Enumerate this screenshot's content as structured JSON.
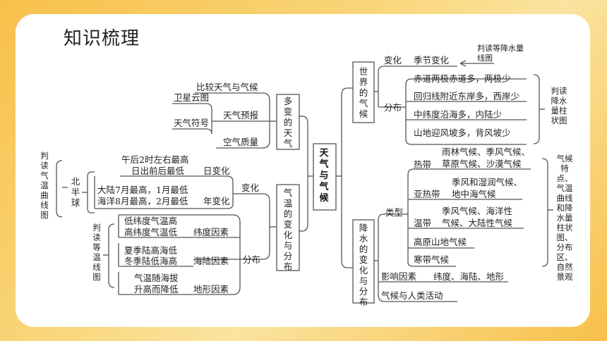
{
  "page": {
    "title": "知识梳理"
  },
  "center": "天气与气候",
  "left": {
    "weather_branch": {
      "label": "多变的天气",
      "items": [
        "比较天气与气候",
        "天气预报",
        "空气质量"
      ],
      "forecast_subitems": [
        "卫星云图",
        "天气符号"
      ]
    },
    "temperature_branch": {
      "label": "气温的变化与分布",
      "change": {
        "label": "变化",
        "daily": {
          "lines": [
            "午后2时左右最高",
            "日出前后最低"
          ],
          "label": "日变化"
        },
        "annual": {
          "lines": [
            "大陆7月最高，1月最低",
            "海洋8月最高，2月最低"
          ],
          "label": "年变化"
        },
        "hemisphere": "北半球",
        "note": "判读气温曲线图"
      },
      "distribution": {
        "label": "分布",
        "note": "判读等温线图",
        "factors": [
          {
            "lines": [
              "低纬度气温高",
              "高纬度气温低"
            ],
            "label": "纬度因素"
          },
          {
            "lines": [
              "夏季陆高海低",
              "冬季陆低海高"
            ],
            "label": "海陆因素"
          },
          {
            "lines": [
              "气温随海拔",
              "升高而降低"
            ],
            "label": "地形因素"
          }
        ]
      }
    }
  },
  "right": {
    "world_climate": {
      "label": "世界的气候",
      "change": {
        "label": "变化",
        "item": "季节变化",
        "note": "判读等降水量线图"
      },
      "distribution": {
        "label": "分布",
        "items": [
          "赤道两极赤道多，两极少",
          "回归线附近东岸多，西岸少",
          "中纬度沿海多，内陆少",
          "山地迎风坡多，背风坡少"
        ],
        "note": "判读降水量柱状图"
      }
    },
    "precip_branch": {
      "label": "降水的变化与分布",
      "types": {
        "label": "类型",
        "groups": [
          {
            "zone": "热带",
            "lines": [
              "雨林气候、季风气候、",
              "草原气候、沙漠气候"
            ]
          },
          {
            "zone": "亚热带",
            "lines": [
              "季风和湿润气候、",
              "地中海气候"
            ]
          },
          {
            "zone": "温带",
            "lines": [
              "季风气候、海洋性",
              "气候、大陆性气候"
            ]
          },
          {
            "zone": "",
            "lines": [
              "高原山地气候"
            ]
          },
          {
            "zone": "",
            "lines": [
              "寒带气候"
            ]
          }
        ],
        "note": "气候特点、气温曲线和降水量柱状图、分布区、自然景观"
      },
      "factors": {
        "label": "影响因素",
        "value": "纬度、海陆、地形"
      },
      "activity": "气候与人类活动"
    }
  },
  "colors": {
    "line": "#555555",
    "accent": "#f7c04a",
    "card": "#ffffff"
  }
}
